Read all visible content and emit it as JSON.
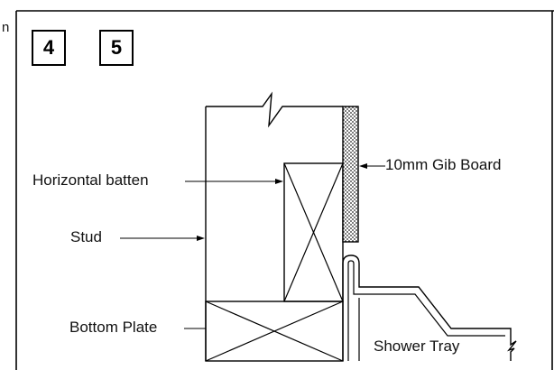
{
  "left_edge_fragment": "n",
  "steps": [
    {
      "label": "4"
    },
    {
      "label": "5"
    }
  ],
  "labels": {
    "horizontal_batten": "Horizontal batten",
    "gib_board": "10mm Gib Board",
    "stud": "Stud",
    "bottom_plate": "Bottom Plate",
    "shower_tray": "Shower Tray"
  }
}
